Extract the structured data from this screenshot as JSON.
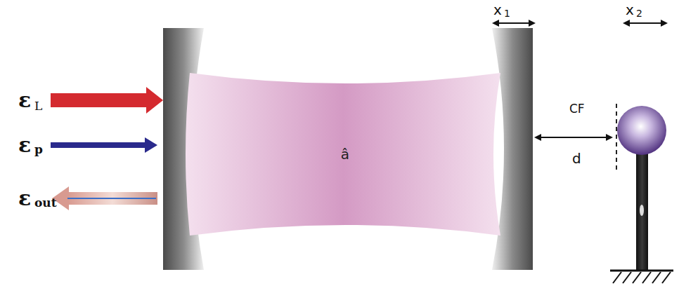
{
  "diagram": {
    "nodes": [
      {
        "text": [
          "â"
        ]
      }
    ],
    "labels": [
      "ε",
      "L",
      "ε",
      "p",
      "ε",
      "out",
      "x",
      "1",
      "x",
      "2",
      "CF",
      "d"
    ]
  }
}
